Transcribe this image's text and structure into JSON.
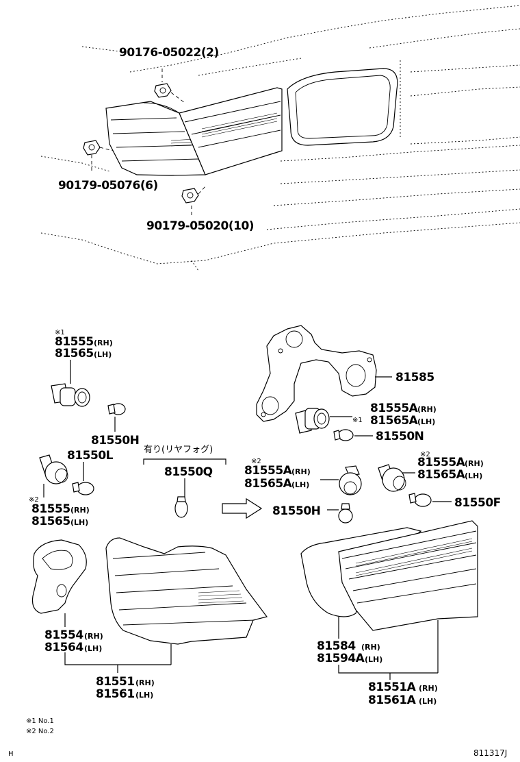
{
  "top_labels": {
    "bolt_a": "90176-05022(2)",
    "nut_b": "90179-05076(6)",
    "nut_c": "90179-05020(10)"
  },
  "left": {
    "socket_top_mark": "※1",
    "socket_top_rh": "81555",
    "socket_top_lh": "81565",
    "rh": "(RH)",
    "lh": "(LH)",
    "bulb_h": "81550H",
    "bulb_l": "81550L",
    "socket_bot_mark": "※2",
    "socket_bot_rh": "81555",
    "socket_bot_lh": "81565",
    "gasket_rh": "81554",
    "gasket_lh": "81564",
    "lamp_rh": "81551",
    "lamp_lh": "81561"
  },
  "center": {
    "fog_title": "有り(リヤフォグ)",
    "fog_bulb": "81550Q"
  },
  "right": {
    "bracket": "81585",
    "socket_a_rh": "81555A",
    "socket_a_lh": "81565A",
    "mark1": "※1",
    "bulb_n": "81550N",
    "mark2": "※2",
    "socket_b_rh": "81555A",
    "socket_b_lh": "81565A",
    "socket_c_rh": "81555A",
    "socket_c_lh": "81565A",
    "bulb_h2": "81550H",
    "bulb_f": "81550F",
    "gasket_rh": "81584",
    "gasket_lh": "81594A",
    "lamp_rh": "81551A",
    "lamp_lh": "81561A"
  },
  "notes": {
    "n1": "※1 No.1",
    "n2": "※2 No.2"
  },
  "footer": {
    "left": "H",
    "right": "811317J"
  }
}
